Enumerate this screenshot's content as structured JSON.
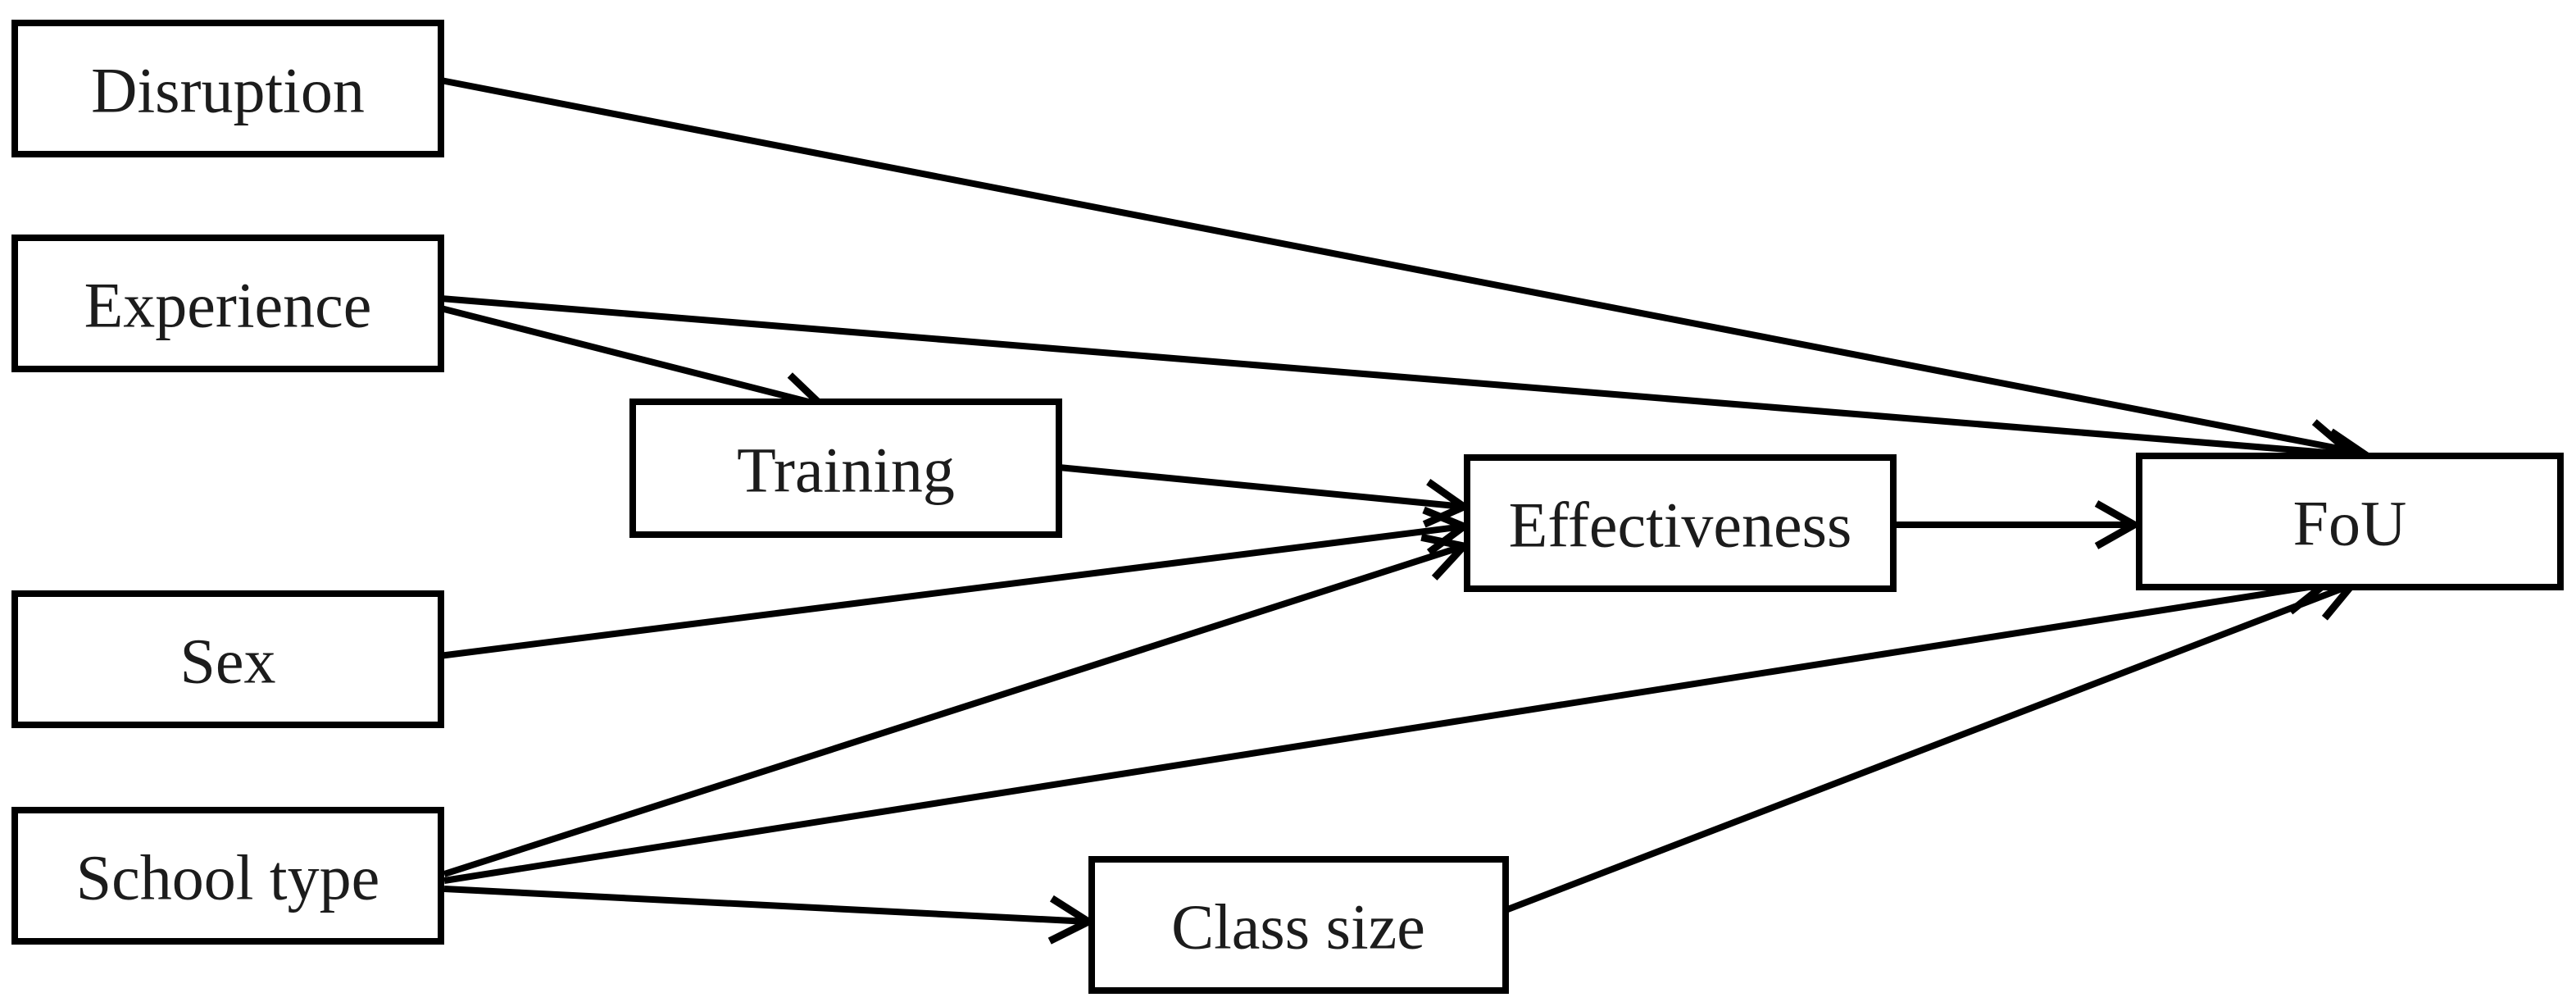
{
  "figure": {
    "type": "path-model-diagram",
    "colors": {
      "paper": "#ffffff",
      "ink": "#000000",
      "text": "#1c1c1c"
    },
    "nodes": [
      {
        "id": "disruption",
        "label": "Disruption"
      },
      {
        "id": "experience",
        "label": "Experience"
      },
      {
        "id": "training",
        "label": "Training"
      },
      {
        "id": "sex",
        "label": "Sex"
      },
      {
        "id": "school-type",
        "label": "School type"
      },
      {
        "id": "effectiveness",
        "label": "Effectiveness"
      },
      {
        "id": "class-size",
        "label": "Class size"
      },
      {
        "id": "fou",
        "label": "FoU"
      }
    ],
    "edges": [
      {
        "from": "Disruption",
        "to": "FoU"
      },
      {
        "from": "Experience",
        "to": "FoU"
      },
      {
        "from": "Experience",
        "to": "Training"
      },
      {
        "from": "Training",
        "to": "Effectiveness"
      },
      {
        "from": "Sex",
        "to": "Effectiveness"
      },
      {
        "from": "School type",
        "to": "Effectiveness"
      },
      {
        "from": "School type",
        "to": "FoU"
      },
      {
        "from": "School type",
        "to": "Class size"
      },
      {
        "from": "Class size",
        "to": "FoU"
      },
      {
        "from": "Effectiveness",
        "to": "FoU"
      }
    ]
  }
}
